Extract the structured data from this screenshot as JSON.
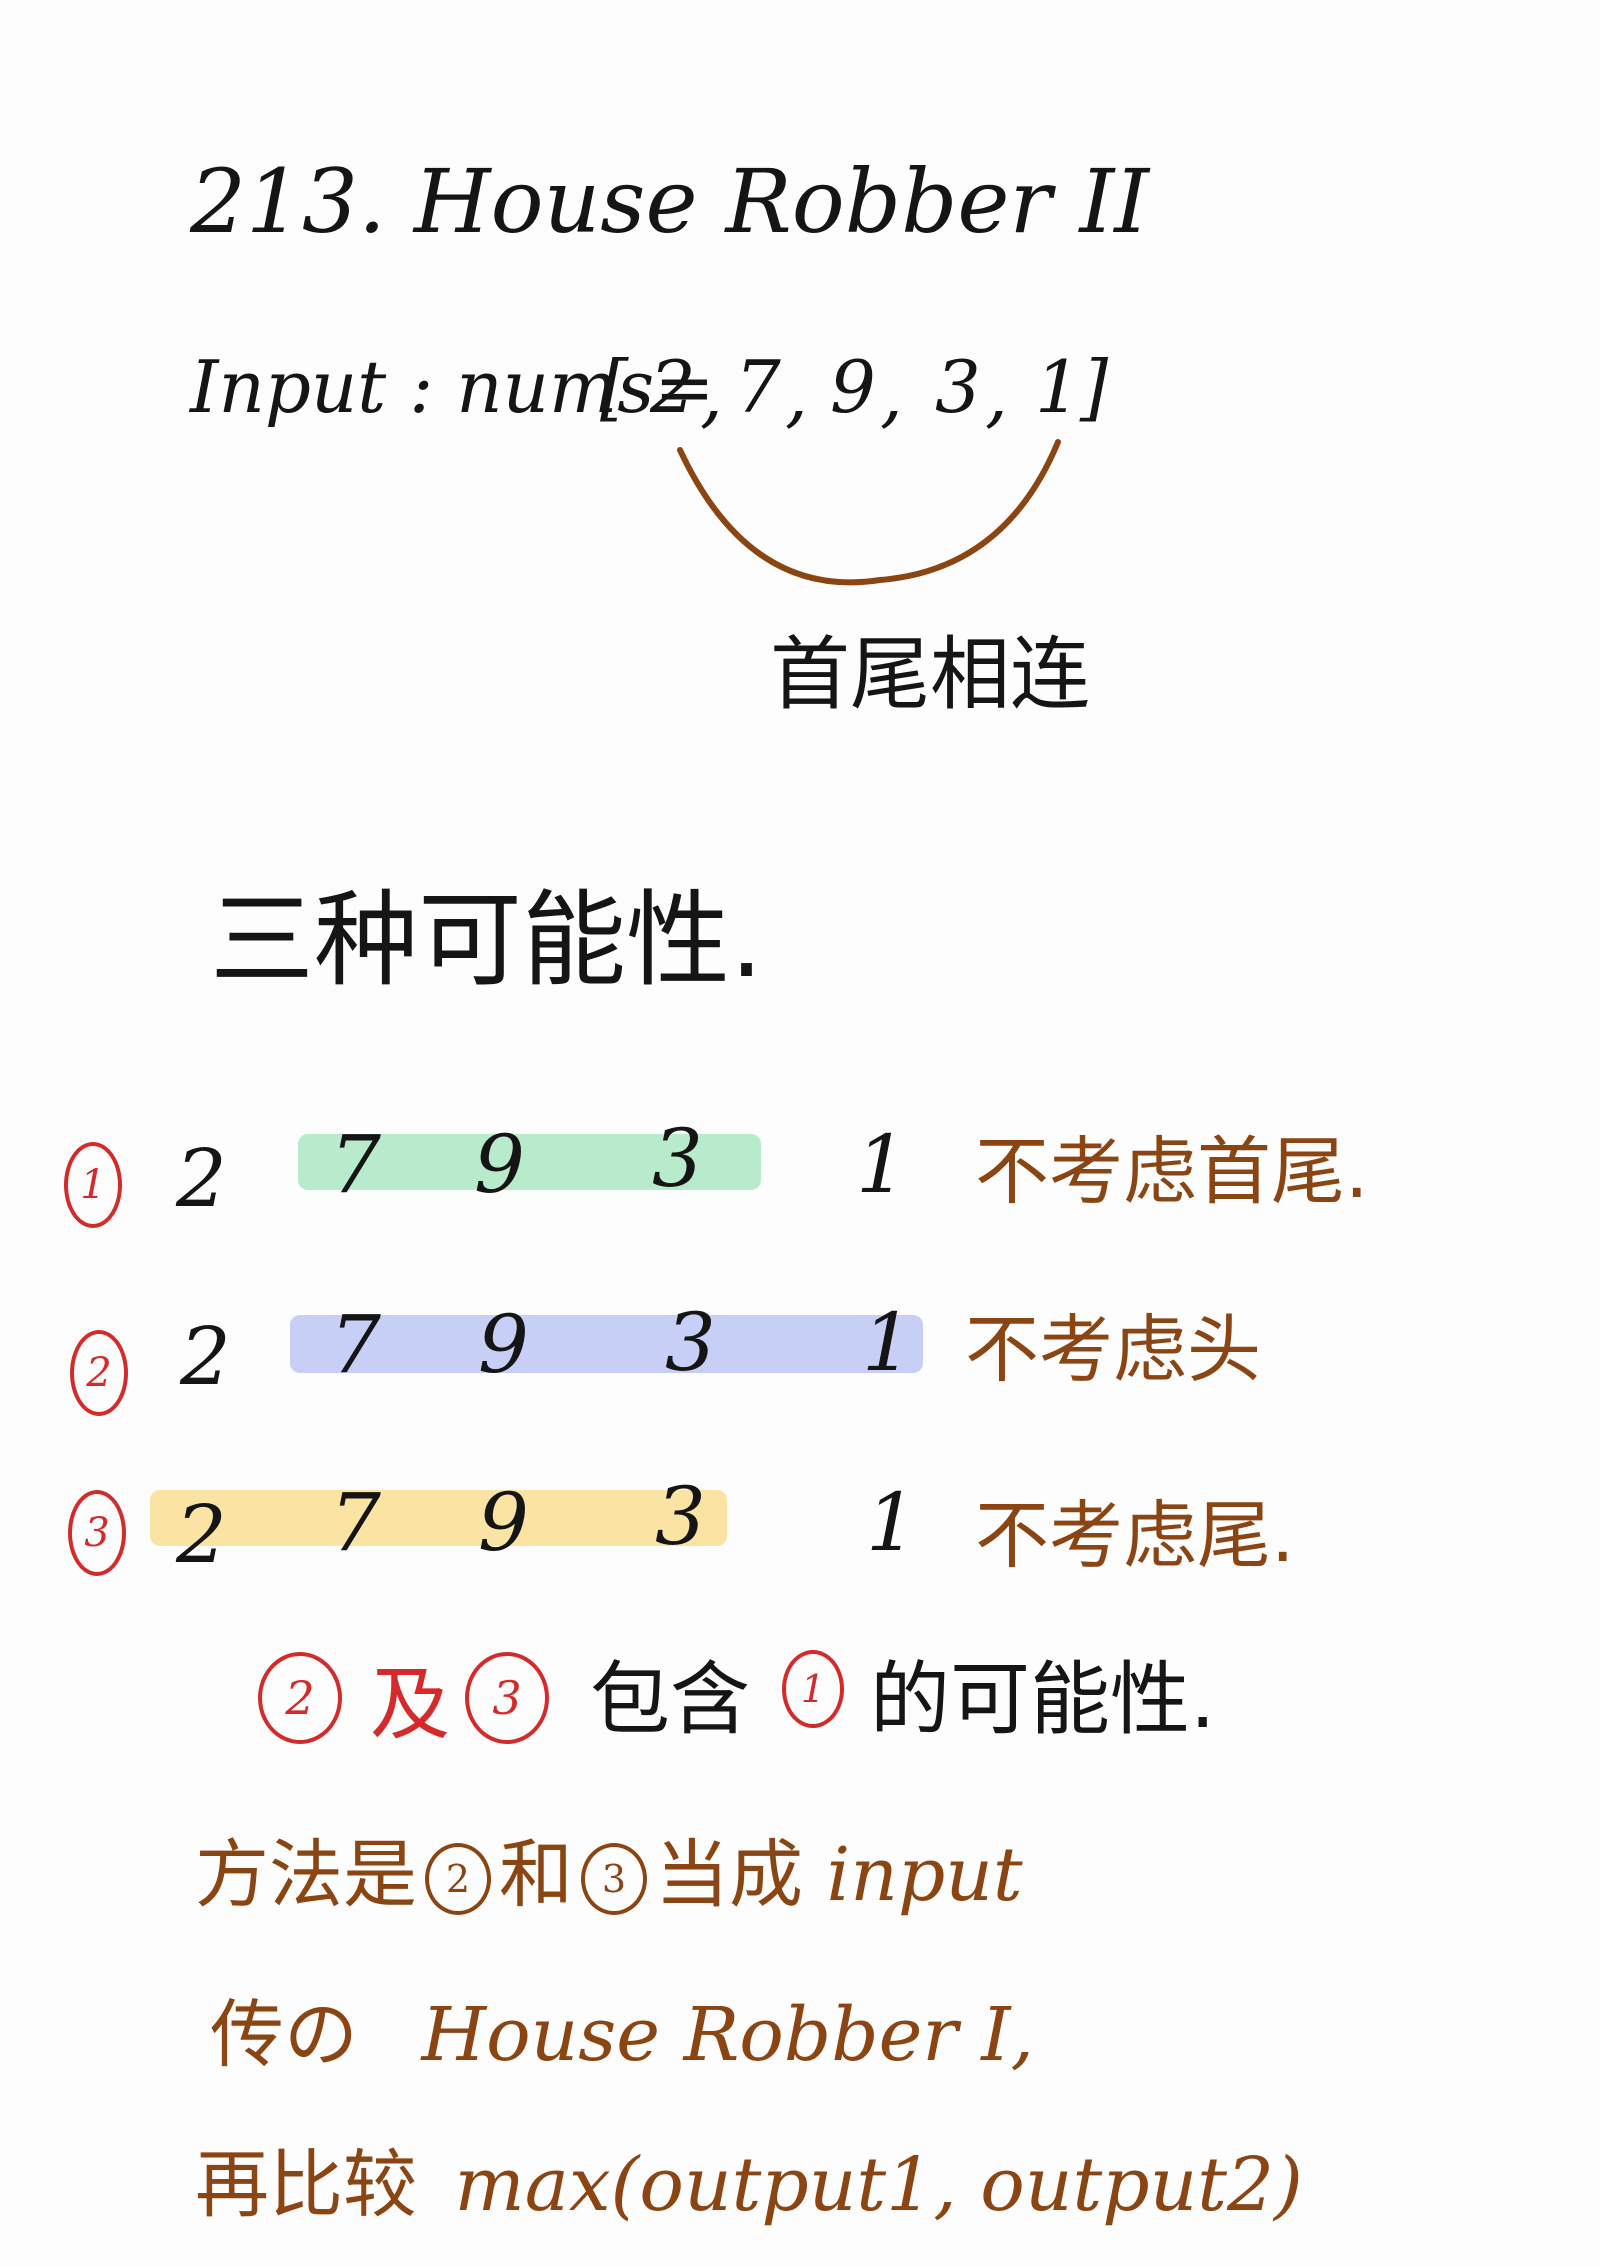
{
  "title": "213. House Robber II",
  "input": {
    "label": "Input : nums=",
    "open_bracket": "[",
    "values": [
      "2",
      "7",
      "9",
      "3",
      "1"
    ],
    "close_bracket": "]"
  },
  "arc_note": "首尾相连",
  "heading": "三种可能性.",
  "rows": [
    {
      "num": "1",
      "digits": [
        "2",
        "7",
        "9",
        "3",
        "1"
      ],
      "note": "不考虑首尾.",
      "band_color": "#b7ebcb"
    },
    {
      "num": "2",
      "digits": [
        "2",
        "7",
        "9",
        "3",
        "1"
      ],
      "note": "不考虑头",
      "band_color": "#c8cff6"
    },
    {
      "num": "3",
      "digits": [
        "2",
        "7",
        "9",
        "3",
        "1"
      ],
      "note": "不考虑尾.",
      "band_color": "#fbe4a3"
    }
  ],
  "conclusion": {
    "circle_a": "2",
    "and": "及",
    "circle_b": "3",
    "text1": "包含",
    "circle_c": "1",
    "text2": "的可能性."
  },
  "method": {
    "line1_prefix": "方法是",
    "line1_c1": "2",
    "line1_mid": "和",
    "line1_c2": "3",
    "line1_suffix": "当成",
    "line1_latin": "input",
    "line2_prefix": "传の",
    "line2_latin": "House Robber I,",
    "line3_prefix": "再比较",
    "line3_latin": "max(output1, output2)"
  },
  "colors": {
    "arc": "#8b4513",
    "marker_red": "#d42a2a",
    "ink_brown": "#8b4513"
  }
}
